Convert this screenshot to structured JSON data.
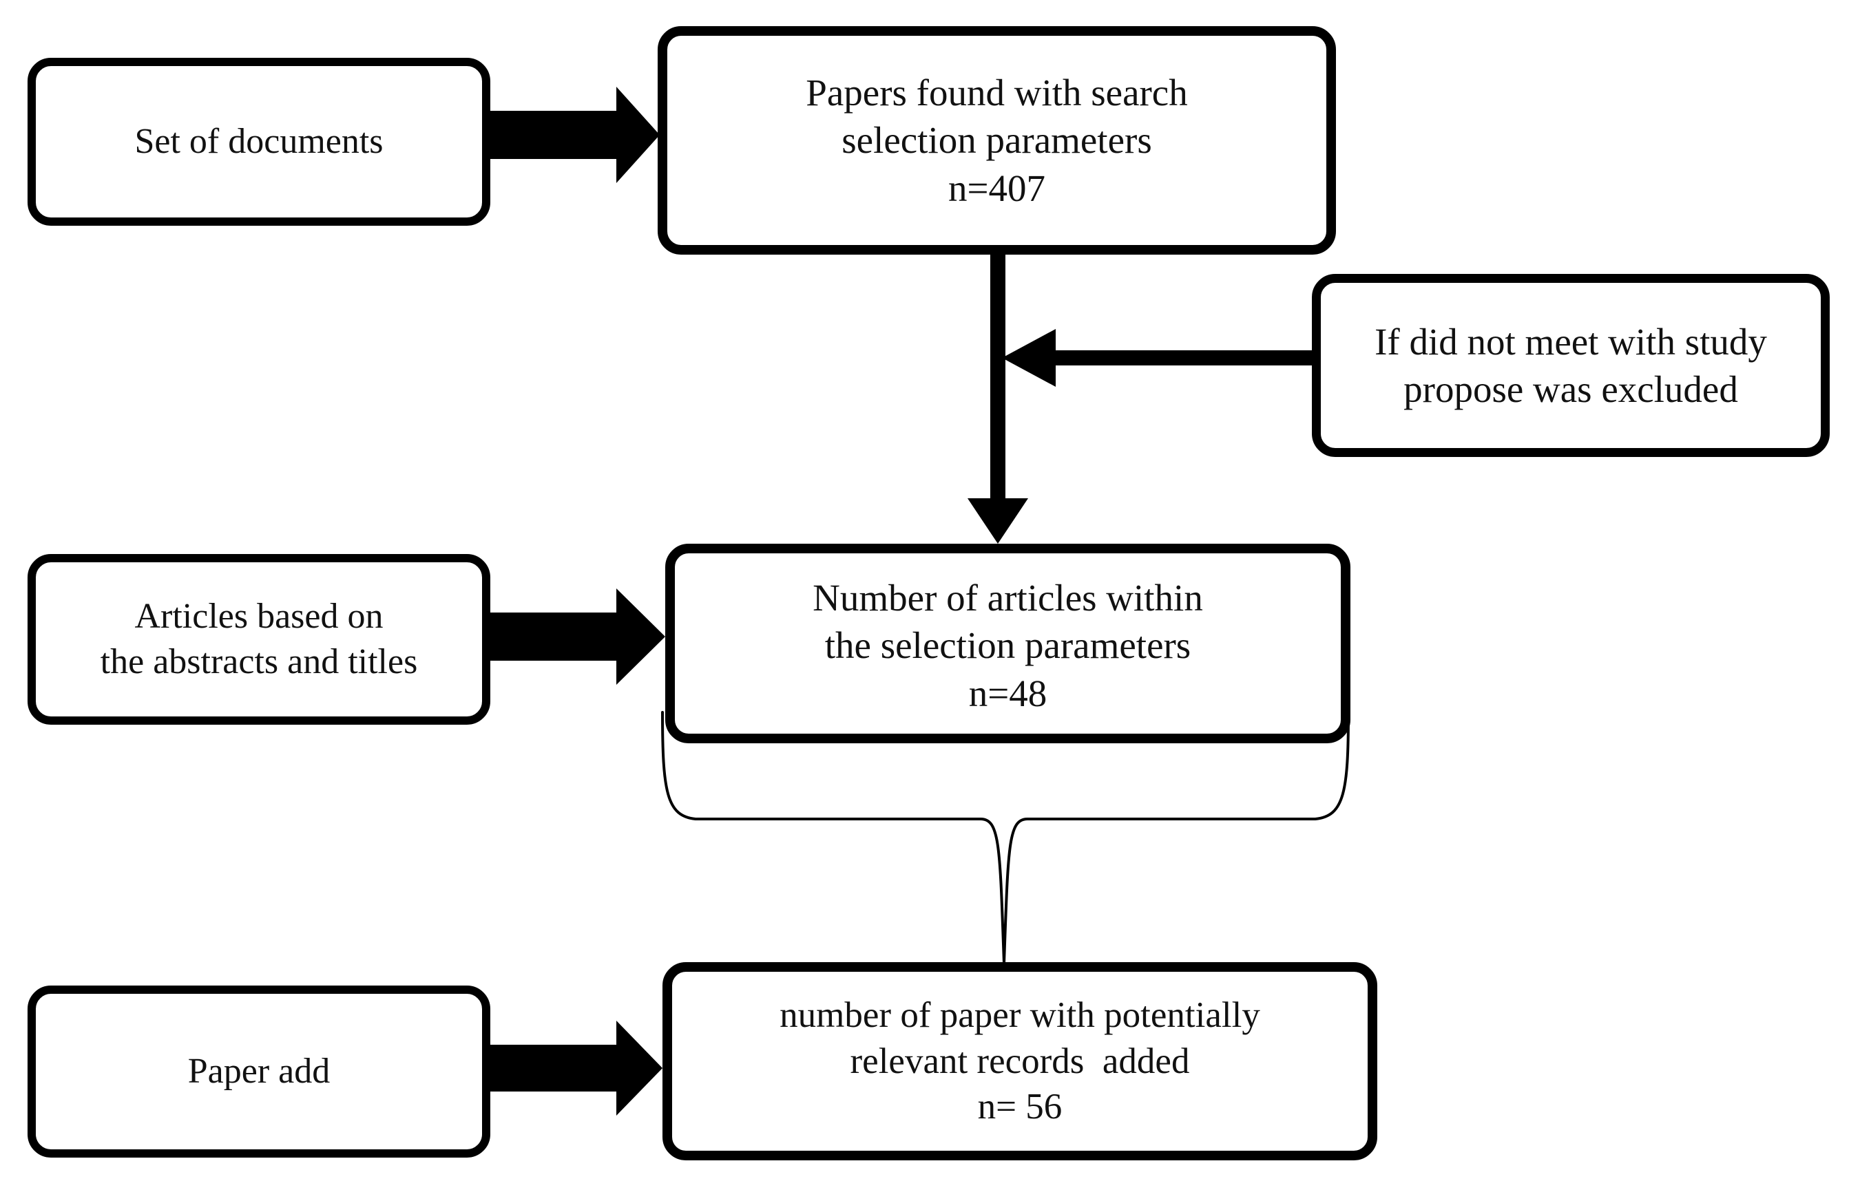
{
  "diagram": {
    "title": "Study selection flowchart",
    "background_color": "#ffffff",
    "stroke_color": "#000000",
    "text_color": "#111111"
  },
  "nodes": {
    "set_of_documents": {
      "label": "Set of documents",
      "lines": [
        "Set of documents"
      ]
    },
    "papers_found": {
      "label": "Papers found with search selection parameters",
      "lines": [
        "Papers found with search",
        "selection parameters",
        "n=407"
      ],
      "count_label": "n=407",
      "count_value": 407
    },
    "excluded": {
      "label": "If did not meet with study propose was excluded",
      "lines": [
        "If did not meet with study",
        "propose was excluded"
      ]
    },
    "articles_abstracts": {
      "label": "Articles based on the abstracts and titles",
      "lines": [
        "Articles based on",
        "the abstracts and titles"
      ]
    },
    "articles_within": {
      "label": "Number of articles within the selection parameters",
      "lines": [
        "Number of articles within",
        "the selection parameters",
        "n=48"
      ],
      "count_label": "n=48",
      "count_value": 48
    },
    "paper_add": {
      "label": "Paper add",
      "lines": [
        "Paper add"
      ]
    },
    "relevant_records": {
      "label": "number of paper with potentially relevant records added",
      "lines": [
        "number of paper with potentially",
        "relevant records  added",
        "n= 56"
      ],
      "count_label": "n= 56",
      "count_value": 56
    }
  },
  "connectors": [
    {
      "name": "block-arrow-documents-to-papers",
      "kind": "block-arrow",
      "direction": "right",
      "from": "set_of_documents",
      "to": "papers_found"
    },
    {
      "name": "arrow-papers-to-articles",
      "kind": "line-arrow",
      "direction": "down",
      "from": "papers_found",
      "to": "articles_within"
    },
    {
      "name": "arrow-excluded-to-flow",
      "kind": "line-arrow",
      "direction": "left",
      "from": "excluded",
      "to": "arrow-papers-to-articles"
    },
    {
      "name": "block-arrow-abstracts-to-articles",
      "kind": "block-arrow",
      "direction": "right",
      "from": "articles_abstracts",
      "to": "articles_within"
    },
    {
      "name": "brace-articles-to-records",
      "kind": "brace",
      "direction": "down",
      "from": "articles_within",
      "to": "relevant_records"
    },
    {
      "name": "block-arrow-paperadd-to-records",
      "kind": "block-arrow",
      "direction": "right",
      "from": "paper_add",
      "to": "relevant_records"
    }
  ]
}
